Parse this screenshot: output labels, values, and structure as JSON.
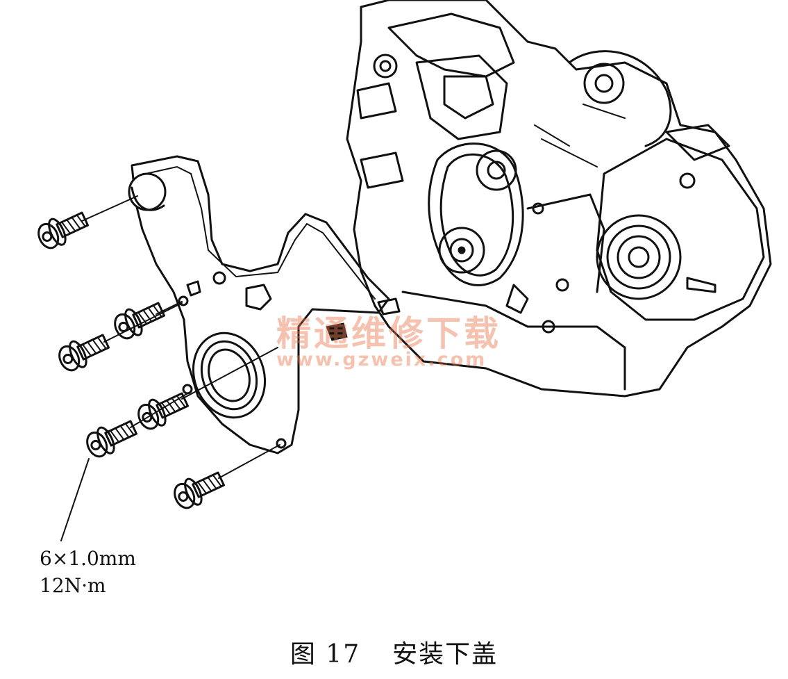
{
  "figure": {
    "callout": {
      "bolt_spec": "6×1.0mm",
      "torque": "12N·m"
    },
    "caption": {
      "number": "图 17",
      "title": "安装下盖"
    },
    "watermark": {
      "site_name": "精通维修下载",
      "url": "www.gzweix.com"
    }
  },
  "icons": [
    "bolt-icon",
    "engine-illustration",
    "cover-plate-illustration"
  ],
  "colors": {
    "line": "#111111",
    "watermark": "#e87850"
  }
}
